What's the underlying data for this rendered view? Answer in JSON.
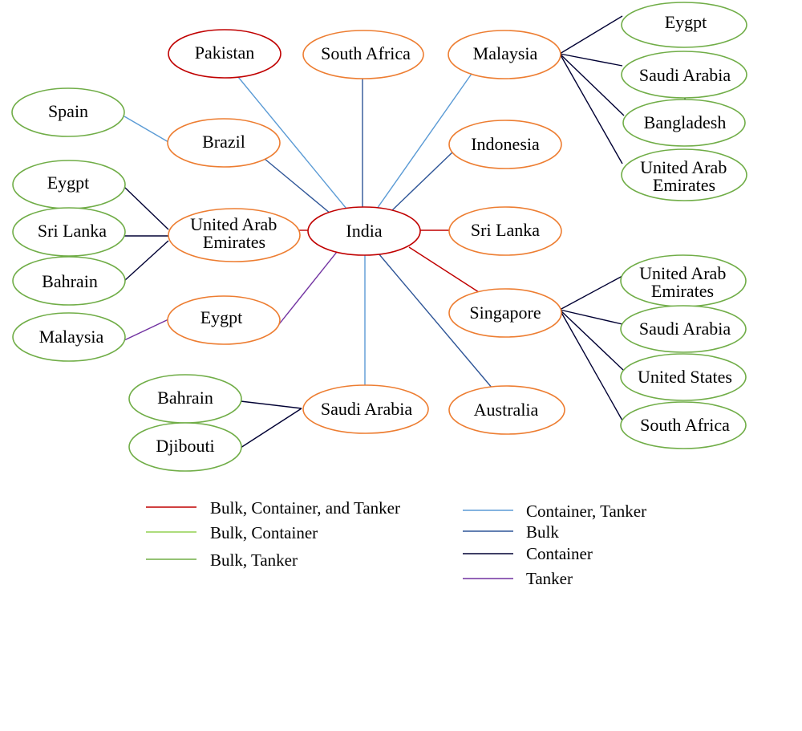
{
  "colors": {
    "bulk_container_tanker": "#c00000",
    "bulk_container": "#92d050",
    "bulk_tanker": "#70ad47",
    "container_tanker": "#5b9bd5",
    "bulk": "#2e5597",
    "container": "#000033",
    "tanker": "#7030a0",
    "india_border": "#c00000",
    "pakistan_border": "#c00000",
    "orange_border": "#ed7d31",
    "green_border": "#70ad47"
  },
  "nodes": {
    "india": "India",
    "pakistan": "Pakistan",
    "south_africa_top": "South Africa",
    "malaysia_top": "Malaysia",
    "indonesia": "Indonesia",
    "sri_lanka_right": "Sri Lanka",
    "singapore": "Singapore",
    "australia": "Australia",
    "saudi_arabia_mid": "Saudi Arabia",
    "eygpt_mid": "Eygpt",
    "uae_left": [
      "United Arab",
      "Emirates"
    ],
    "brazil": "Brazil",
    "spain": "Spain",
    "eygpt_left": "Eygpt",
    "sri_lanka_left": "Sri Lanka",
    "bahrain_left": "Bahrain",
    "malaysia_left": "Malaysia",
    "bahrain_bottom": "Bahrain",
    "djibouti": "Djibouti",
    "eygpt_right": "Eygpt",
    "saudi_arabia_right1": "Saudi Arabia",
    "bangladesh": "Bangladesh",
    "uae_right1": [
      "United Arab",
      "Emirates"
    ],
    "uae_right2": [
      "United Arab",
      "Emirates"
    ],
    "saudi_arabia_right2": "Saudi Arabia",
    "united_states": "United States",
    "south_africa_right": "South Africa"
  },
  "legend": {
    "bulk_container_tanker": "Bulk, Container, and Tanker",
    "bulk_container": "Bulk, Container",
    "bulk_tanker": "Bulk, Tanker",
    "container_tanker": "Container, Tanker",
    "bulk": "Bulk",
    "container": "Container",
    "tanker": "Tanker"
  }
}
